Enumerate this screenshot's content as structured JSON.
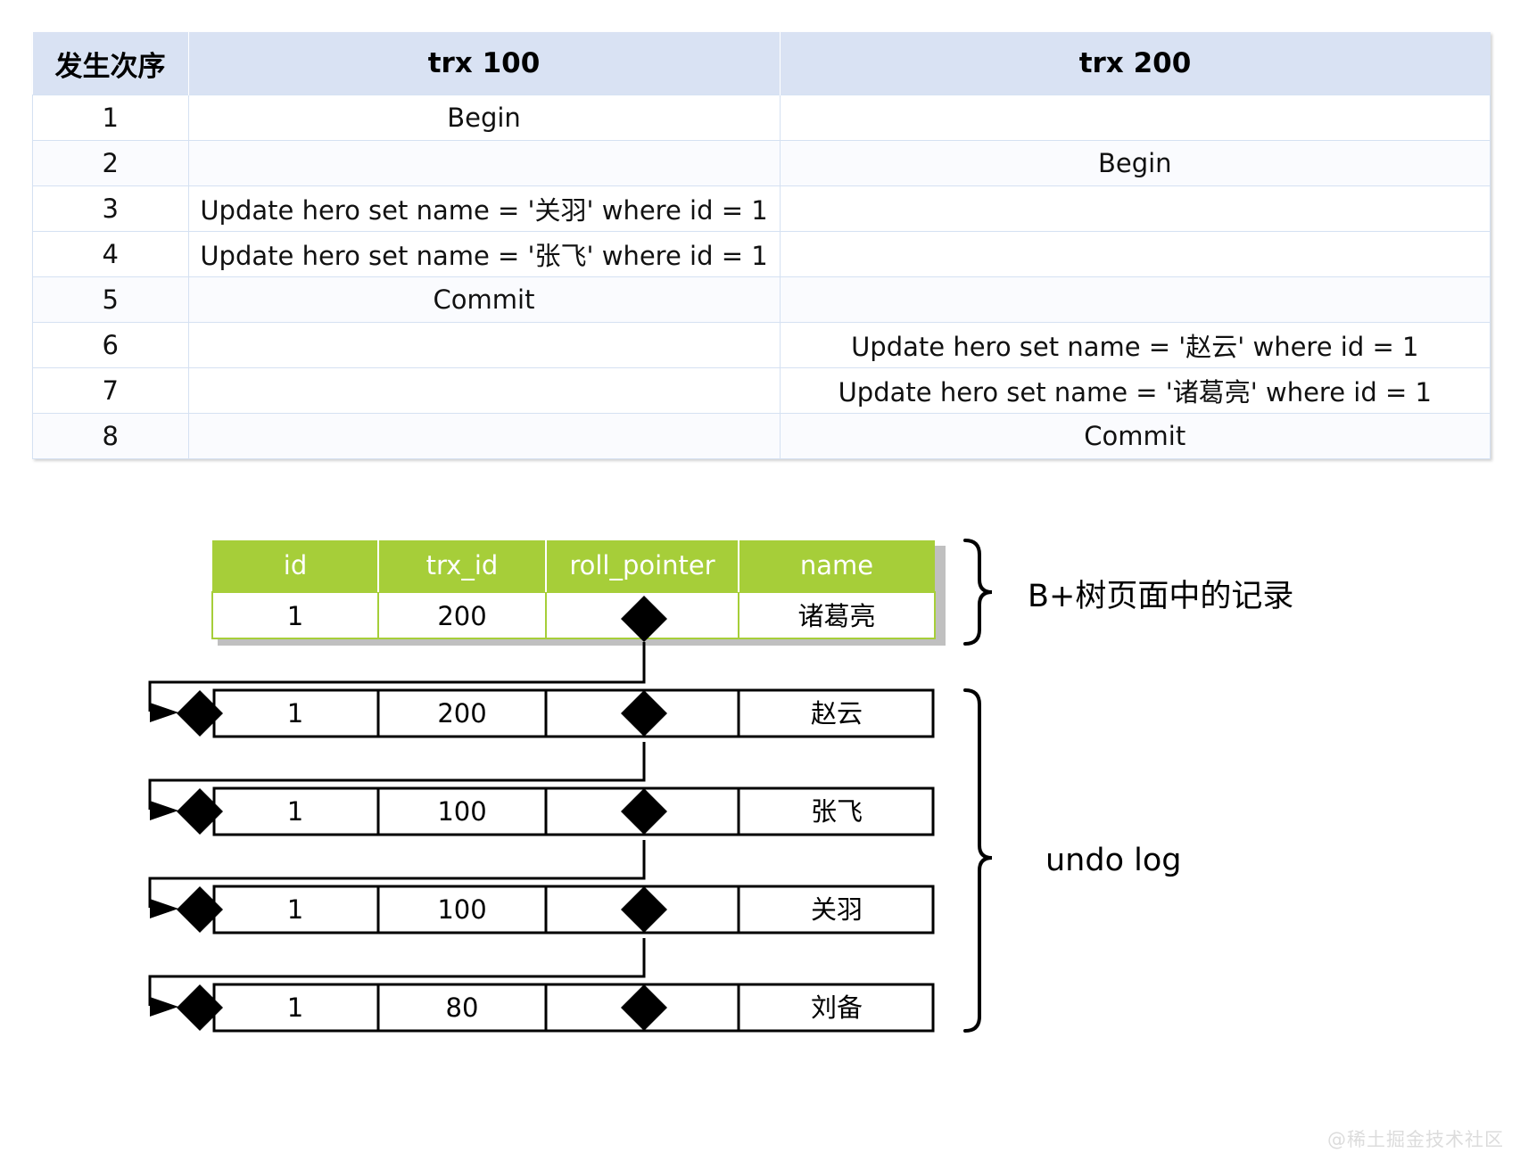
{
  "trx_table": {
    "headers": [
      "发生次序",
      "trx 100",
      "trx 200"
    ],
    "rows": [
      {
        "seq": "1",
        "trx100": "Begin",
        "trx200": ""
      },
      {
        "seq": "2",
        "trx100": "",
        "trx200": "Begin"
      },
      {
        "seq": "3",
        "trx100": "Update hero set name = '关羽' where id = 1",
        "trx200": ""
      },
      {
        "seq": "4",
        "trx100": "Update hero set name = '张飞' where id = 1",
        "trx200": ""
      },
      {
        "seq": "5",
        "trx100": "Commit",
        "trx200": ""
      },
      {
        "seq": "6",
        "trx100": "",
        "trx200": "Update hero set name = '赵云' where id = 1"
      },
      {
        "seq": "7",
        "trx100": "",
        "trx200": "Update hero set name = '诸葛亮' where id = 1"
      },
      {
        "seq": "8",
        "trx100": "",
        "trx200": "Commit"
      }
    ]
  },
  "diagram": {
    "columns": [
      "id",
      "trx_id",
      "roll_pointer",
      "name"
    ],
    "current_record": {
      "id": "1",
      "trx_id": "200",
      "roll_pointer": "◆",
      "name": "诸葛亮"
    },
    "undo_log": [
      {
        "id": "1",
        "trx_id": "200",
        "roll_pointer": "◆",
        "name": "赵云"
      },
      {
        "id": "1",
        "trx_id": "100",
        "roll_pointer": "◆",
        "name": "张飞"
      },
      {
        "id": "1",
        "trx_id": "100",
        "roll_pointer": "◆",
        "name": "关羽"
      },
      {
        "id": "1",
        "trx_id": "80",
        "roll_pointer": "◆",
        "name": "刘备"
      }
    ],
    "brace_labels": {
      "record": "B+树页面中的记录",
      "undo": "undo log"
    },
    "colors": {
      "header_green": "#a6ce39",
      "header_blue": "#d9e2f3",
      "grid_blue": "#d5e1f2",
      "line_black": "#000000",
      "shadow_gray": "#c0c0c0"
    }
  },
  "watermark": "@稀土掘金技术社区"
}
